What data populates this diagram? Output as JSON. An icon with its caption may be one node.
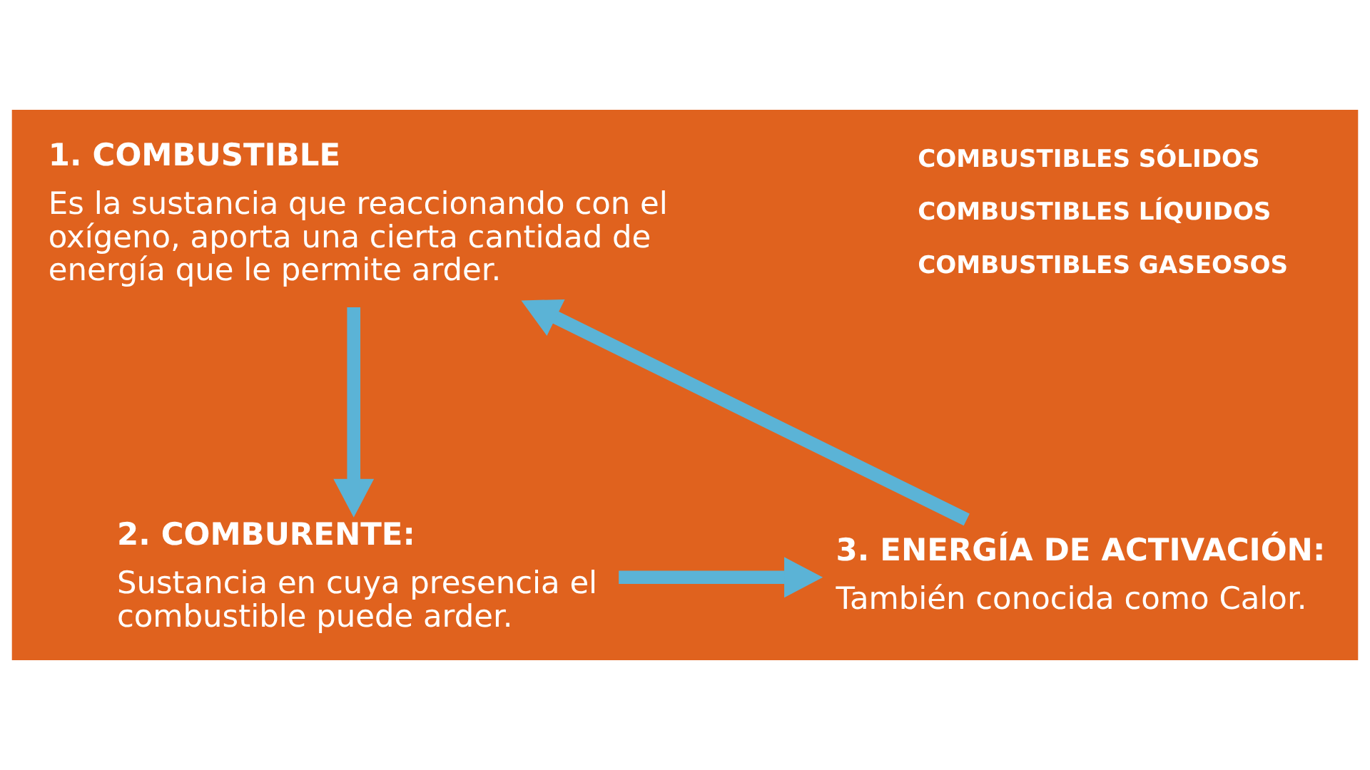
{
  "diagram": {
    "nodes": [
      {
        "text": [
          "1. COMBUSTIBLE",
          "Es la sustancia que reaccionando con el oxígeno, aporta una cierta cantidad de energía que le permite arder."
        ]
      },
      {
        "text": [
          "2. COMBURENTE:",
          "Sustancia en cuya presencia el combustible puede arder."
        ]
      },
      {
        "text": [
          "3. ENERGÍA DE ACTIVACIÓN:",
          "También conocida como Calor."
        ]
      }
    ],
    "edges": [
      {
        "from": 0,
        "to": 1,
        "arrow": "to"
      },
      {
        "from": 1,
        "to": 2,
        "arrow": "to"
      },
      {
        "from": 2,
        "to": 0,
        "arrow": "to"
      }
    ],
    "labels": [
      "COMBUSTIBLES SÓLIDOS",
      "COMBUSTIBLES LÍQUIDOS",
      "COMBUSTIBLES GASEOSOS"
    ]
  }
}
